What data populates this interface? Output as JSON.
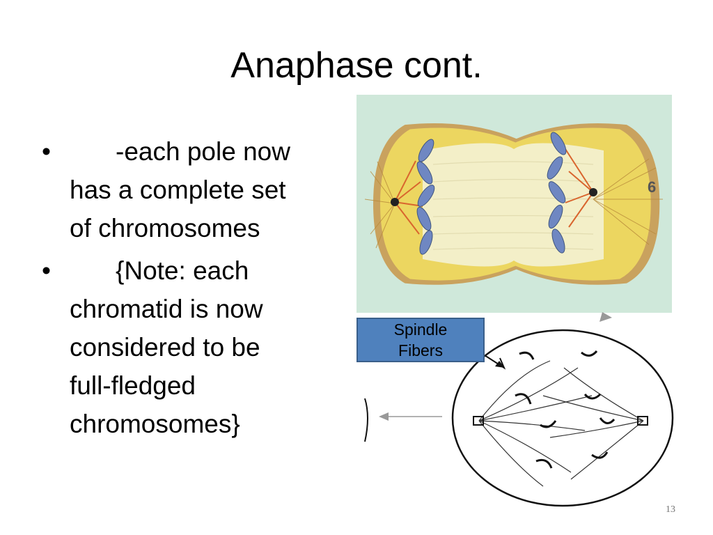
{
  "slide": {
    "title": "Anaphase cont.",
    "bullets": [
      {
        "marker": "•",
        "lines": [
          "-each pole now",
          "has a complete set",
          "of chromosomes"
        ]
      },
      {
        "marker": "•",
        "lines": [
          "{Note: each",
          "chromatid is now",
          "considered to be",
          "full-fledged",
          "chromosomes}"
        ]
      }
    ],
    "photo_number": "6",
    "callout": {
      "line1": "Spindle",
      "line2": "Fibers"
    },
    "page_number": "13"
  },
  "colors": {
    "photo_bg": "#cfe8da",
    "cell_yellow": "#ecd660",
    "cell_rim": "#c9a25e",
    "chromosome_blue": "#6f87c2",
    "callout_fill": "#4f81bd"
  }
}
